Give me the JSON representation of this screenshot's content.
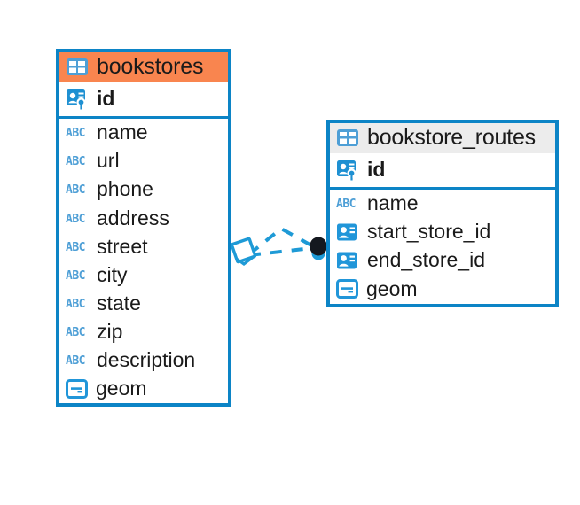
{
  "diagram": {
    "type": "entity-relationship-diagram",
    "colors": {
      "border_blue": "#0c84c6",
      "header_orange": "#f9854f",
      "header_grey": "#ececec",
      "icon_blue": "#2196d9",
      "abc_blue": "#4e9fd6",
      "endpoint_dark": "#14181f",
      "connector_blue": "#1e9ad6"
    },
    "entities": [
      {
        "name": "bookstores",
        "header_style": "orange",
        "icon": "table-icon",
        "primary_key": {
          "label": "id",
          "icon": "primary-key-icon"
        },
        "fields": [
          {
            "label": "name",
            "icon": "text-abc-icon"
          },
          {
            "label": "url",
            "icon": "text-abc-icon"
          },
          {
            "label": "phone",
            "icon": "text-abc-icon"
          },
          {
            "label": "address",
            "icon": "text-abc-icon"
          },
          {
            "label": "street",
            "icon": "text-abc-icon"
          },
          {
            "label": "city",
            "icon": "text-abc-icon"
          },
          {
            "label": "state",
            "icon": "text-abc-icon"
          },
          {
            "label": "zip",
            "icon": "text-abc-icon"
          },
          {
            "label": "description",
            "icon": "text-abc-icon"
          },
          {
            "label": "geom",
            "icon": "geometry-icon"
          }
        ]
      },
      {
        "name": "bookstore_routes",
        "header_style": "grey",
        "icon": "table-icon",
        "primary_key": {
          "label": "id",
          "icon": "primary-key-icon"
        },
        "fields": [
          {
            "label": "name",
            "icon": "text-abc-icon"
          },
          {
            "label": "start_store_id",
            "icon": "foreign-key-icon"
          },
          {
            "label": "end_store_id",
            "icon": "foreign-key-icon"
          },
          {
            "label": "geom",
            "icon": "geometry-icon"
          }
        ]
      }
    ],
    "relationship": {
      "from": "bookstores",
      "to": "bookstore_routes",
      "line_style": "dashed",
      "source_marker": "rotated-square-handle",
      "target_marker": "filled-circle-endpoint"
    }
  }
}
